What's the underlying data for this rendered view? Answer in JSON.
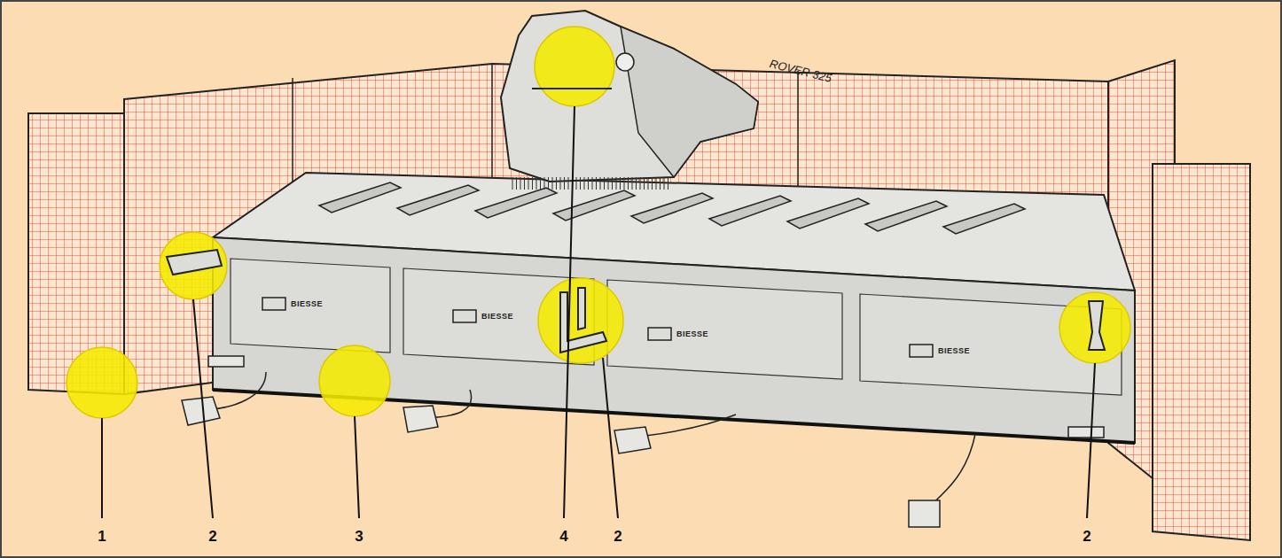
{
  "diagram": {
    "labels": [
      "ROVER 325",
      "BIESSE",
      "BIESSE",
      "BIESSE",
      "BIESSE",
      "1",
      "2",
      "3",
      "4",
      "2",
      "2"
    ]
  }
}
